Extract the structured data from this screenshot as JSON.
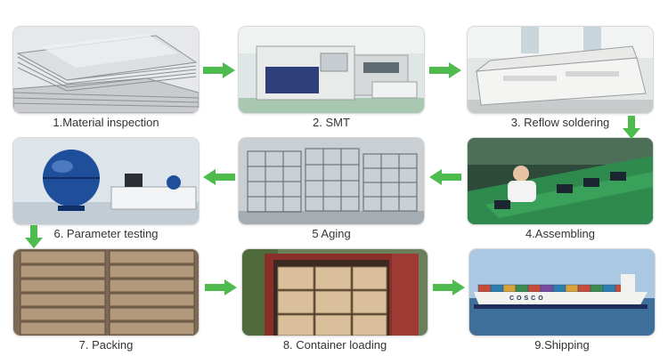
{
  "steps": [
    {
      "number": "1",
      "label": "1.Material inspection",
      "icon": "material-stack-photo"
    },
    {
      "number": "2",
      "label": "2. SMT",
      "icon": "smt-machine-photo"
    },
    {
      "number": "3",
      "label": "3. Reflow soldering",
      "icon": "reflow-oven-photo"
    },
    {
      "number": "4",
      "label": "4.Assembling",
      "icon": "assembly-line-photo"
    },
    {
      "number": "5",
      "label": "5 Aging",
      "icon": "aging-rack-photo"
    },
    {
      "number": "6",
      "label": "6. Parameter testing",
      "icon": "integrating-sphere-photo"
    },
    {
      "number": "7",
      "label": "7. Packing",
      "icon": "cartons-photo"
    },
    {
      "number": "8",
      "label": "8. Container loading",
      "icon": "container-photo"
    },
    {
      "number": "9",
      "label": "9.Shipping",
      "icon": "cargo-ship-photo"
    }
  ],
  "photo_text": {
    "ship_name": "COSCO"
  },
  "colors": {
    "arrow": "#4dbb4d",
    "caption": "#333333"
  }
}
